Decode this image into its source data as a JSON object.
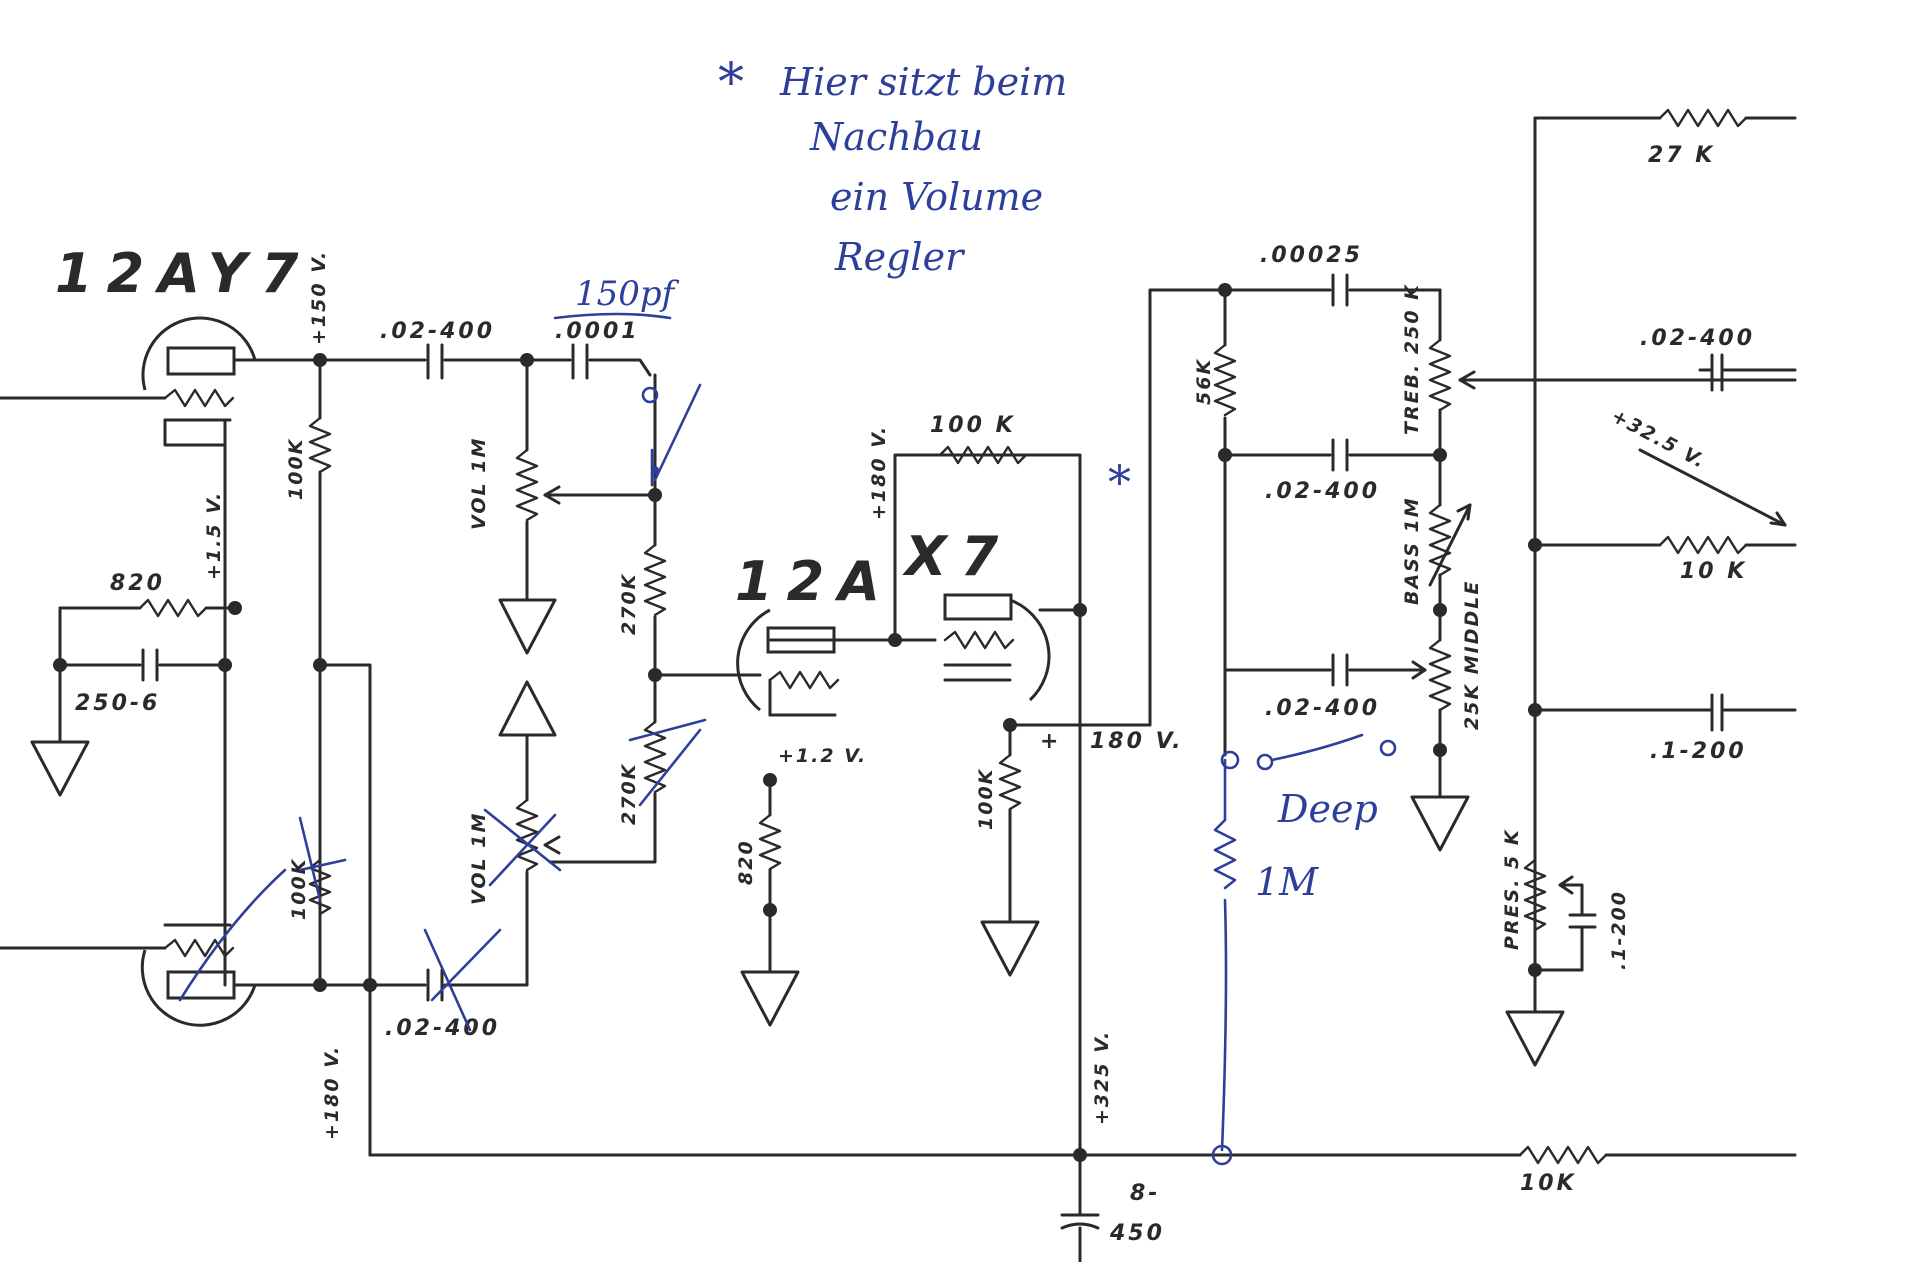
{
  "tubes": {
    "v1": "12AY7",
    "v2_left": "12A",
    "v2_right": "X7"
  },
  "labels": {
    "cap_02_400_top": ".02-400",
    "cap_0001": ".0001",
    "plate_volt_v1": "+150 V.",
    "res_100k_v1": "100K",
    "res_820": "820",
    "cap_250_6": "250-6",
    "cath_volt_v1": "+1.5 V.",
    "vol_top": "VOL 1M",
    "res_270k_top": "270K",
    "res_270k_bottom": "270K",
    "vol_bottom": "VOL 1M",
    "res_100k_v1b": "100K",
    "cap_02_400_bottom": ".02-400",
    "volt_180_left": "+180 V.",
    "res_100k_feedback": "100 K",
    "volt_180_top": "+180 V.",
    "cath_volt_v2": "+1.2 V.",
    "res_820_v2": "820",
    "res_100k_v2": "100K",
    "volt_180_right": "180 V.",
    "plus_sign": "+",
    "volt_325": "+325 V.",
    "cap_8_450_a": "8-",
    "cap_8_450_b": "450",
    "cap_00025": ".00025",
    "res_56k": "56K",
    "treb": "TREB. 250 K",
    "cap_02_400_tone": ".02-400",
    "bass": "BASS 1M",
    "middle": "25K MIDDLE",
    "cap_02_400_mid": ".02-400",
    "res_27k": "27 K",
    "cap_02_400_right": ".02-400",
    "volt_325_right": "+32.5 V.",
    "res_10k_right": "10 K",
    "cap_1_200_right": ".1-200",
    "pres": "PRES. 5 K",
    "cap_1_200_pres": ".1-200",
    "res_10k_bottom": "10K"
  },
  "annotations": {
    "asterisk": "*",
    "note_line1": "Hier sitzt beim",
    "note_line2": "Nachbau",
    "note_line3": "ein Volume",
    "note_line4": "Regler",
    "cap_150pf": "150pf",
    "deep": "Deep",
    "res_1m": "1M",
    "asterisk_mark": "*"
  }
}
